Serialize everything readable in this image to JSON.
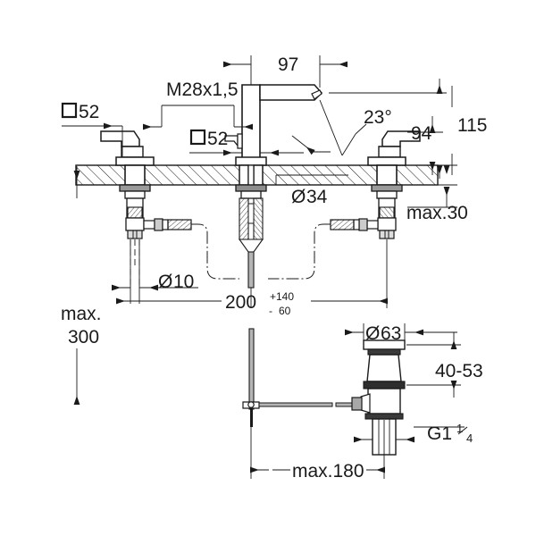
{
  "drawing": {
    "title": "Three-hole basin mixer installation dimension drawing",
    "type": "technical-dimension-drawing",
    "background_color": "#ffffff",
    "line_color": "#1a1a1a",
    "fill_color": "#ffffff",
    "units": "mm"
  },
  "dimensions": {
    "square_52_left": "52",
    "square_52_center": "52",
    "thread_spec": "M28x1,5",
    "spout_reach_97": "97",
    "spout_angle": "23°",
    "height_115": "115",
    "height_94": "94",
    "diameter_34": "34",
    "max_counter_thickness": "max.30",
    "diameter_10": "10",
    "spread_nominal": "200",
    "spread_tol_plus": "+140",
    "spread_tol_minus": "60",
    "spread_tol_minus_sign": "-",
    "max_supply_length": "max.",
    "max_supply_length_value": "300",
    "drain_flange_diameter": "63",
    "drain_adjust_range": "40-53",
    "drain_thread": "G1",
    "drain_thread_frac_num": "1",
    "drain_thread_frac_den": "4",
    "max_rod_reach": "max.180",
    "diameter_symbol": "Ø",
    "square_symbol": "□"
  },
  "labels": [
    {
      "name": "square-52-left",
      "text": "52",
      "prefix": "square"
    },
    {
      "name": "thread-m28",
      "text": "M28x1,5",
      "prefix": "none"
    },
    {
      "name": "reach-97",
      "text": "97",
      "prefix": "none"
    },
    {
      "name": "square-52-center",
      "text": "52",
      "prefix": "square"
    },
    {
      "name": "angle-23",
      "text": "23°",
      "prefix": "none"
    },
    {
      "name": "height-115",
      "text": "115",
      "prefix": "none"
    },
    {
      "name": "height-94",
      "text": "94",
      "prefix": "none"
    },
    {
      "name": "diameter-34",
      "text": "34",
      "prefix": "diameter"
    },
    {
      "name": "max-30",
      "text": "max.30",
      "prefix": "none"
    },
    {
      "name": "diameter-10",
      "text": "10",
      "prefix": "diameter"
    },
    {
      "name": "spread-200",
      "text": "200",
      "prefix": "none"
    },
    {
      "name": "max-300",
      "text": "300",
      "prefix": "none"
    },
    {
      "name": "diameter-63",
      "text": "63",
      "prefix": "diameter"
    },
    {
      "name": "range-40-53",
      "text": "40-53",
      "prefix": "none"
    },
    {
      "name": "thread-g1-quarter",
      "text": "G1",
      "prefix": "none"
    },
    {
      "name": "max-180",
      "text": "max.180",
      "prefix": "none"
    }
  ],
  "components": {
    "countertop": "hatched counter section band",
    "left_handle": "left lever valve assembly",
    "center_spout": "center spout body with aerator",
    "right_handle": "right lever valve assembly",
    "flex_hoses": "braided flexible supply hoses",
    "pop_up_rod": "pop-up waste lift rod",
    "drain_body": "pop-up waste drain body"
  }
}
